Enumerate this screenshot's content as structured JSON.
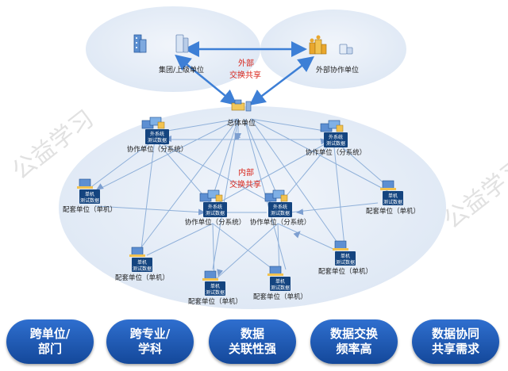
{
  "external": {
    "group_label": "集团/上级单位",
    "partner_label": "外部协作单位",
    "exchange_label_line1": "外部",
    "exchange_label_line2": "交换共享"
  },
  "internal": {
    "exchange_label_line1": "内部",
    "exchange_label_line2": "交换共享",
    "main_unit_label": "总体单位",
    "subsystem_label": "协作单位（分系统）",
    "standalone_label": "配套单位（单机）",
    "subsystem_box_line1": "外系统",
    "subsystem_box_line2": "测试数据",
    "standalone_box_line1": "单机",
    "standalone_box_line2": "测试数据"
  },
  "watermark_text": "公益学习",
  "footer": [
    {
      "line1": "跨单位/",
      "line2": "部门"
    },
    {
      "line1": "跨专业/",
      "line2": "学科"
    },
    {
      "line1": "数据",
      "line2": "关联性强"
    },
    {
      "line1": "数据交换",
      "line2": "频率高"
    },
    {
      "line1": "数据协同",
      "line2": "共享需求"
    }
  ],
  "colors": {
    "ellipse_fill": "#e2ebf6",
    "arrow_blue": "#3d7fd6",
    "line_blue": "#8fb0d9",
    "exchange_red": "#d9261c",
    "box_dark": "#14447f",
    "pill_blue": "#1f5cb8"
  }
}
